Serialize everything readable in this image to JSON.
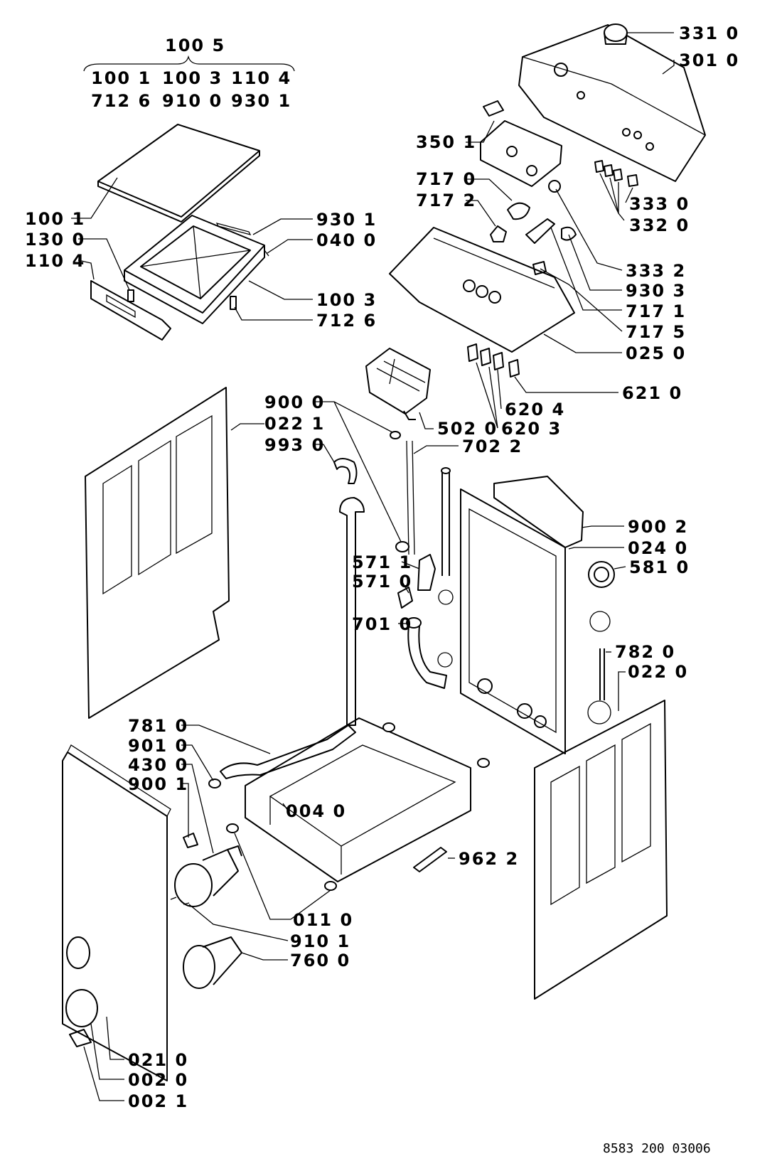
{
  "header_group": {
    "top": "100 5",
    "row1": [
      "100 1",
      "100 3",
      "110 4"
    ],
    "row2": [
      "712 6",
      "910 0",
      "930 1"
    ]
  },
  "labels": {
    "p331_0": "331 0",
    "p301_0": "301 0",
    "p350_1": "350 1",
    "p717_0": "717 0",
    "p717_2": "717 2",
    "p333_0": "333 0",
    "p332_0": "332 0",
    "p333_2": "333 2",
    "p930_3": "930 3",
    "p717_1": "717 1",
    "p717_5": "717 5",
    "p025_0": "025 0",
    "p621_0": "621 0",
    "p620_4": "620 4",
    "p620_3": "620 3",
    "p502_0": "502 0",
    "p100_1": "100 1",
    "p130_0": "130 0",
    "p110_4": "110 4",
    "p930_1": "930 1",
    "p040_0": "040 0",
    "p100_3": "100 3",
    "p712_6": "712 6",
    "p900_0": "900 0",
    "p022_1": "022 1",
    "p993_0": "993 0",
    "p702_2": "702 2",
    "p900_2": "900 2",
    "p024_0": "024 0",
    "p581_0": "581 0",
    "p571_1": "571 1",
    "p571_0": "571 0",
    "p701_0": "701 0",
    "p782_0": "782 0",
    "p022_0": "022 0",
    "p781_0": "781 0",
    "p901_0": "901 0",
    "p430_0": "430 0",
    "p900_1": "900 1",
    "p004_0": "004 0",
    "p962_2": "962 2",
    "p011_0": "011 0",
    "p910_1": "910 1",
    "p760_0": "760 0",
    "p021_0": "021 0",
    "p002_0": "002 0",
    "p002_1": "002 1"
  },
  "document_code": "8583 200 03006"
}
